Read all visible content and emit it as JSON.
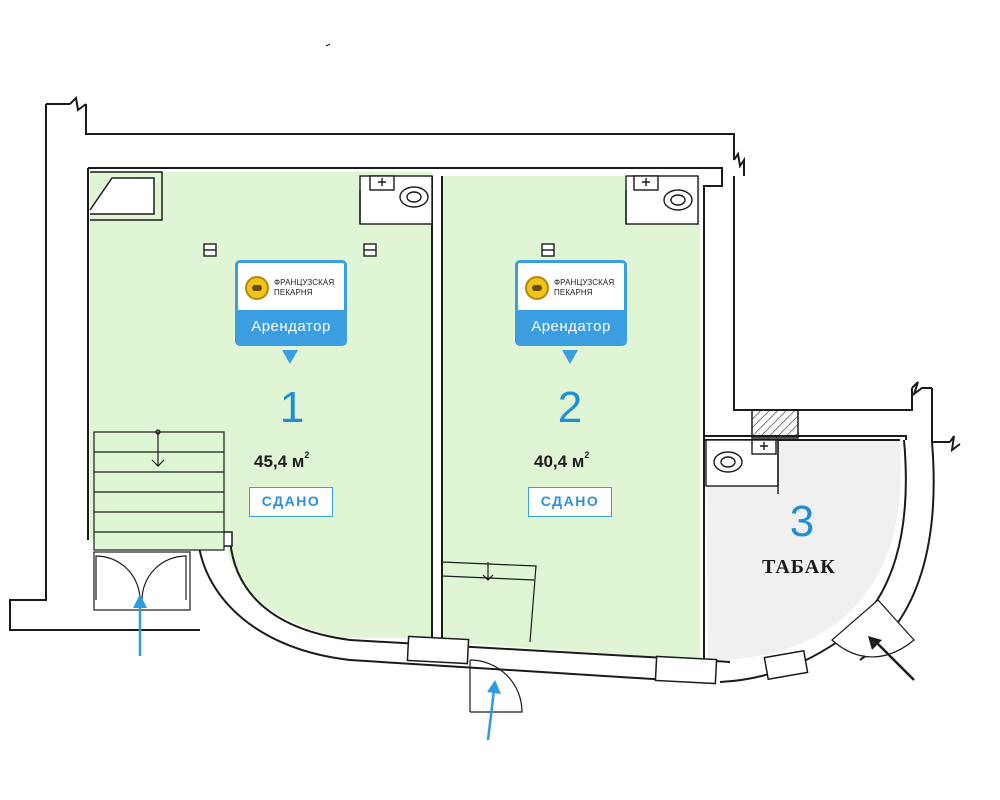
{
  "units": [
    {
      "number": "1",
      "area": "45,4 м",
      "area_unit_sup": "2",
      "status": "СДАНО",
      "tenant_label": "Арендатор",
      "brand_line1": "ФРАНЦУЗСКАЯ",
      "brand_line2": "ПЕКАРНЯ",
      "fill_color": "#dff5d4"
    },
    {
      "number": "2",
      "area": "40,4 м",
      "area_unit_sup": "2",
      "status": "СДАНО",
      "tenant_label": "Арендатор",
      "brand_line1": "ФРАНЦУЗСКАЯ",
      "brand_line2": "ПЕКАРНЯ",
      "fill_color": "#dff5d4"
    },
    {
      "number": "3",
      "name": "ТАБАК",
      "fill_color": "#f0f0f0"
    }
  ],
  "colors": {
    "accent": "#3a9ee0",
    "wall": "#1b1b1b",
    "entrance_arrow": "#2e9be0",
    "side_entrance_arrow": "#1b1b1b"
  }
}
